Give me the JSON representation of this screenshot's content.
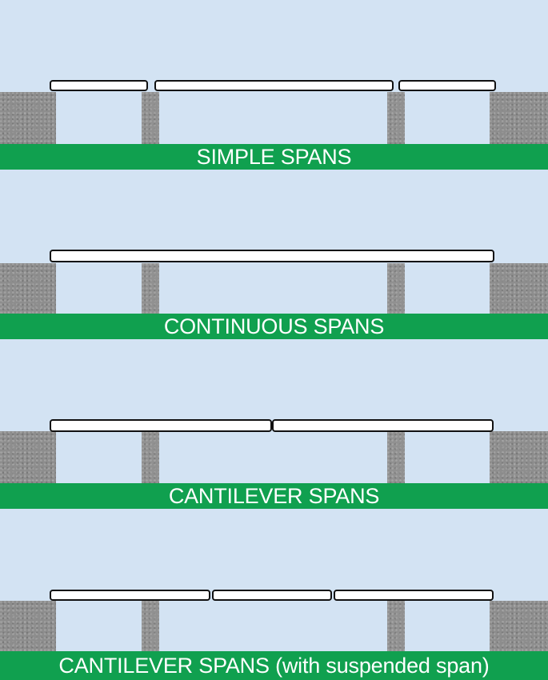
{
  "diagrams": [
    {
      "label": "SIMPLE SPANS"
    },
    {
      "label": "CONTINUOUS SPANS"
    },
    {
      "label": "CANTILEVER SPANS"
    },
    {
      "label": "CANTILEVER SPANS (with suspended span)"
    }
  ],
  "colors": {
    "sky": "#d3e3f3",
    "band": "#10a04f",
    "pier": "#8d8d8d",
    "deck": "#ffffff",
    "outline": "#111111"
  }
}
